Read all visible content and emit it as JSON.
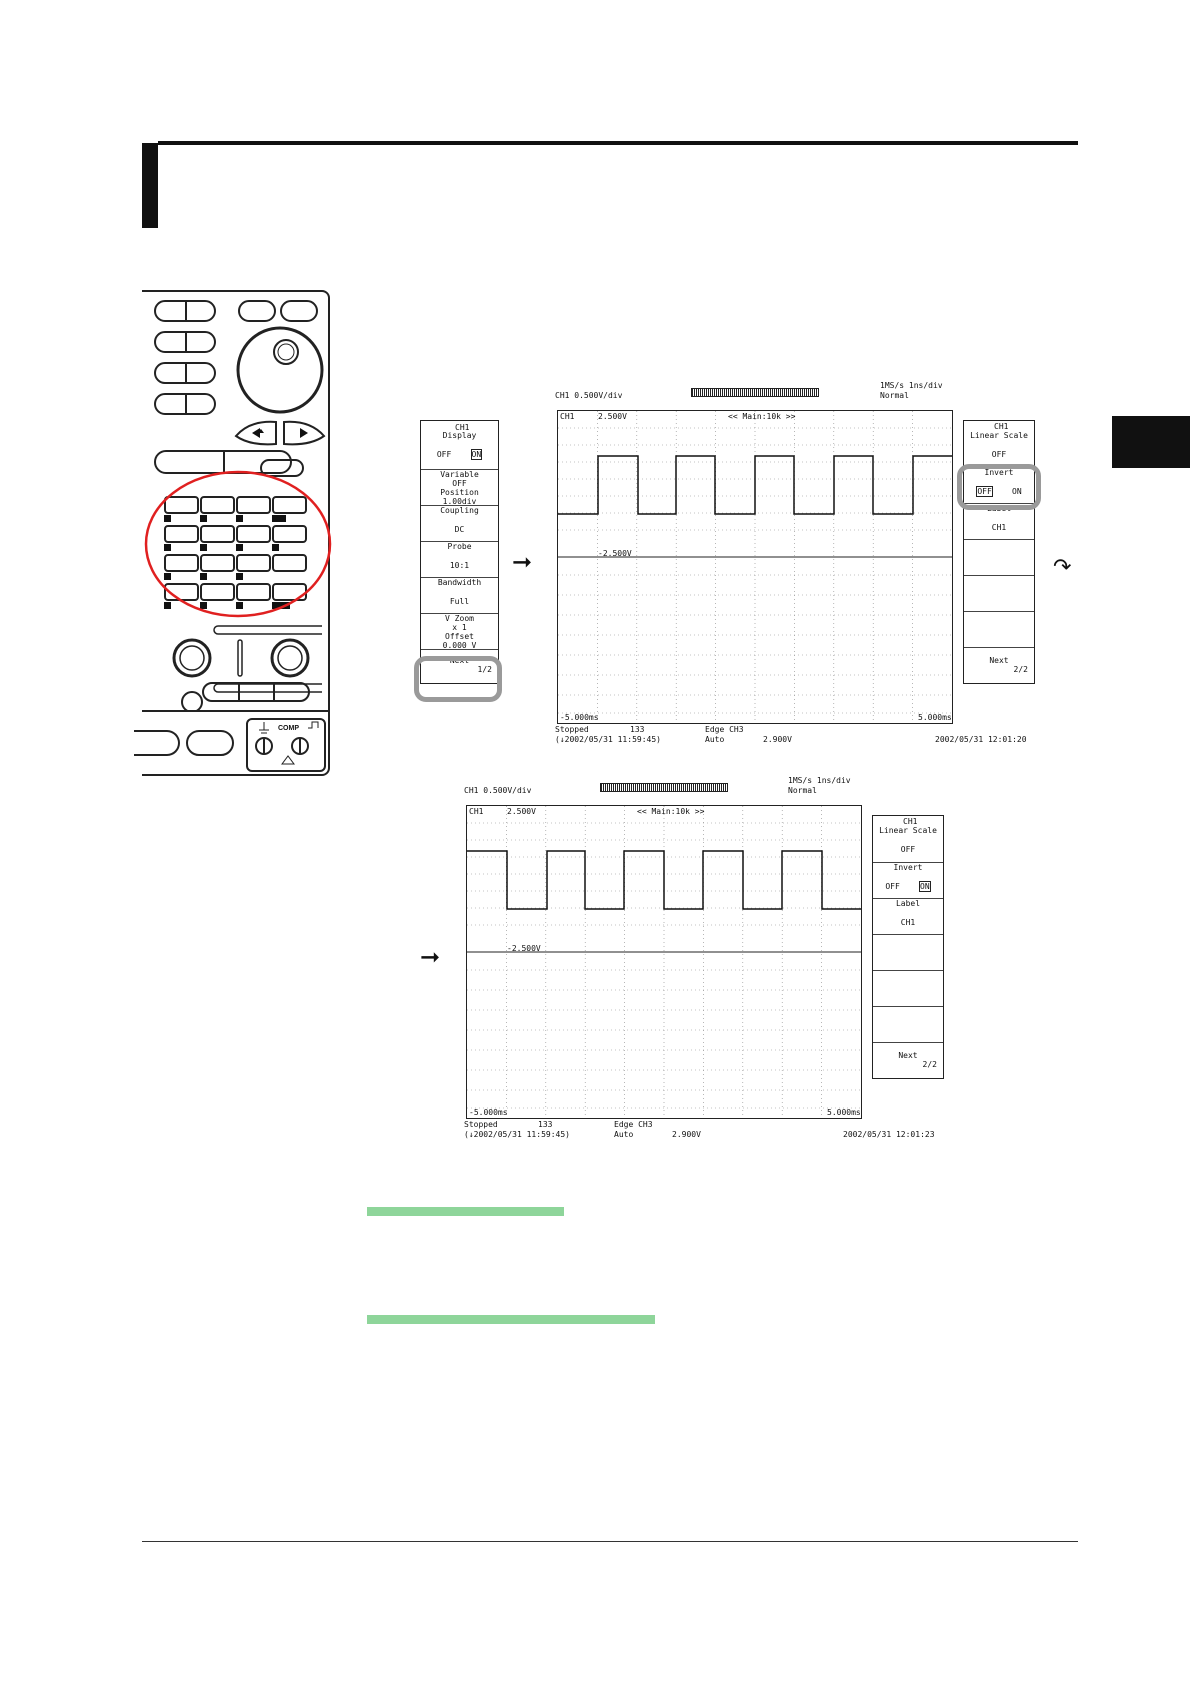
{
  "screen1": {
    "top_left": "CH1   0.500V/div",
    "top_right_1": "1MS/s   1ns/div",
    "top_right_2": "Normal",
    "ch_label": "CH1",
    "trig_level": "2.500V",
    "neg_level": "-2.500V",
    "main_label": "<< Main:10k >>",
    "time_left": "-5.000ms",
    "time_right": "5.000ms",
    "status": "Stopped",
    "count": "133",
    "trigger_type": "Edge CH3",
    "trigger_mode": "Auto",
    "trigger_level": "2.900V",
    "start_time": "(↓2002/05/31 11:59:45)",
    "end_time": "2002/05/31 12:01:20"
  },
  "screen2": {
    "top_left": "CH1   0.500V/div",
    "top_right_1": "1MS/s   1ns/div",
    "top_right_2": "Normal",
    "ch_label": "CH1",
    "trig_level": "2.500V",
    "neg_level": "-2.500V",
    "main_label": "<< Main:10k >>",
    "time_left": "-5.000ms",
    "time_right": "5.000ms",
    "status": "Stopped",
    "count": "133",
    "trigger_type": "Edge CH3",
    "trigger_mode": "Auto",
    "trigger_level": "2.900V",
    "start_time": "(↓2002/05/31 11:59:45)",
    "end_time": "2002/05/31 12:01:23"
  },
  "menu_left": {
    "header": "CH1",
    "items": [
      {
        "title": "Display",
        "value_a": "OFF",
        "value_b": "ON"
      },
      {
        "title": "Variable",
        "value_a": "OFF",
        "value_b": "Position",
        "value_c": "1.00div"
      },
      {
        "title": "Coupling",
        "value_a": "DC"
      },
      {
        "title": "Probe",
        "value_a": "10:1"
      },
      {
        "title": "Bandwidth",
        "value_a": "Full"
      },
      {
        "title": "V Zoom",
        "value_a": "x 1",
        "value_b": "Offset",
        "value_c": "0.000 V"
      },
      {
        "title": "Next",
        "value_a": "1/2"
      }
    ]
  },
  "menu_right1": {
    "header": "CH1",
    "items": [
      {
        "title": "Linear Scale",
        "value_a": "OFF"
      },
      {
        "title": "Invert",
        "value_a": "OFF",
        "value_b": "ON"
      },
      {
        "title": "Label",
        "value_a": "CH1"
      },
      {
        "title": "Next",
        "value_a": "2/2"
      }
    ]
  },
  "menu_right2": {
    "header": "CH1",
    "items": [
      {
        "title": "Linear Scale",
        "value_a": "OFF"
      },
      {
        "title": "Invert",
        "value_a": "OFF",
        "value_b": "ON"
      },
      {
        "title": "Label",
        "value_a": "CH1"
      },
      {
        "title": "Next",
        "value_a": "2/2"
      }
    ]
  },
  "panel": {
    "comp_label": "COMP"
  },
  "colors": {
    "highlight_gray": "#9a9a9a",
    "circle_red": "#e02020",
    "green_bar": "#8ed59a"
  }
}
